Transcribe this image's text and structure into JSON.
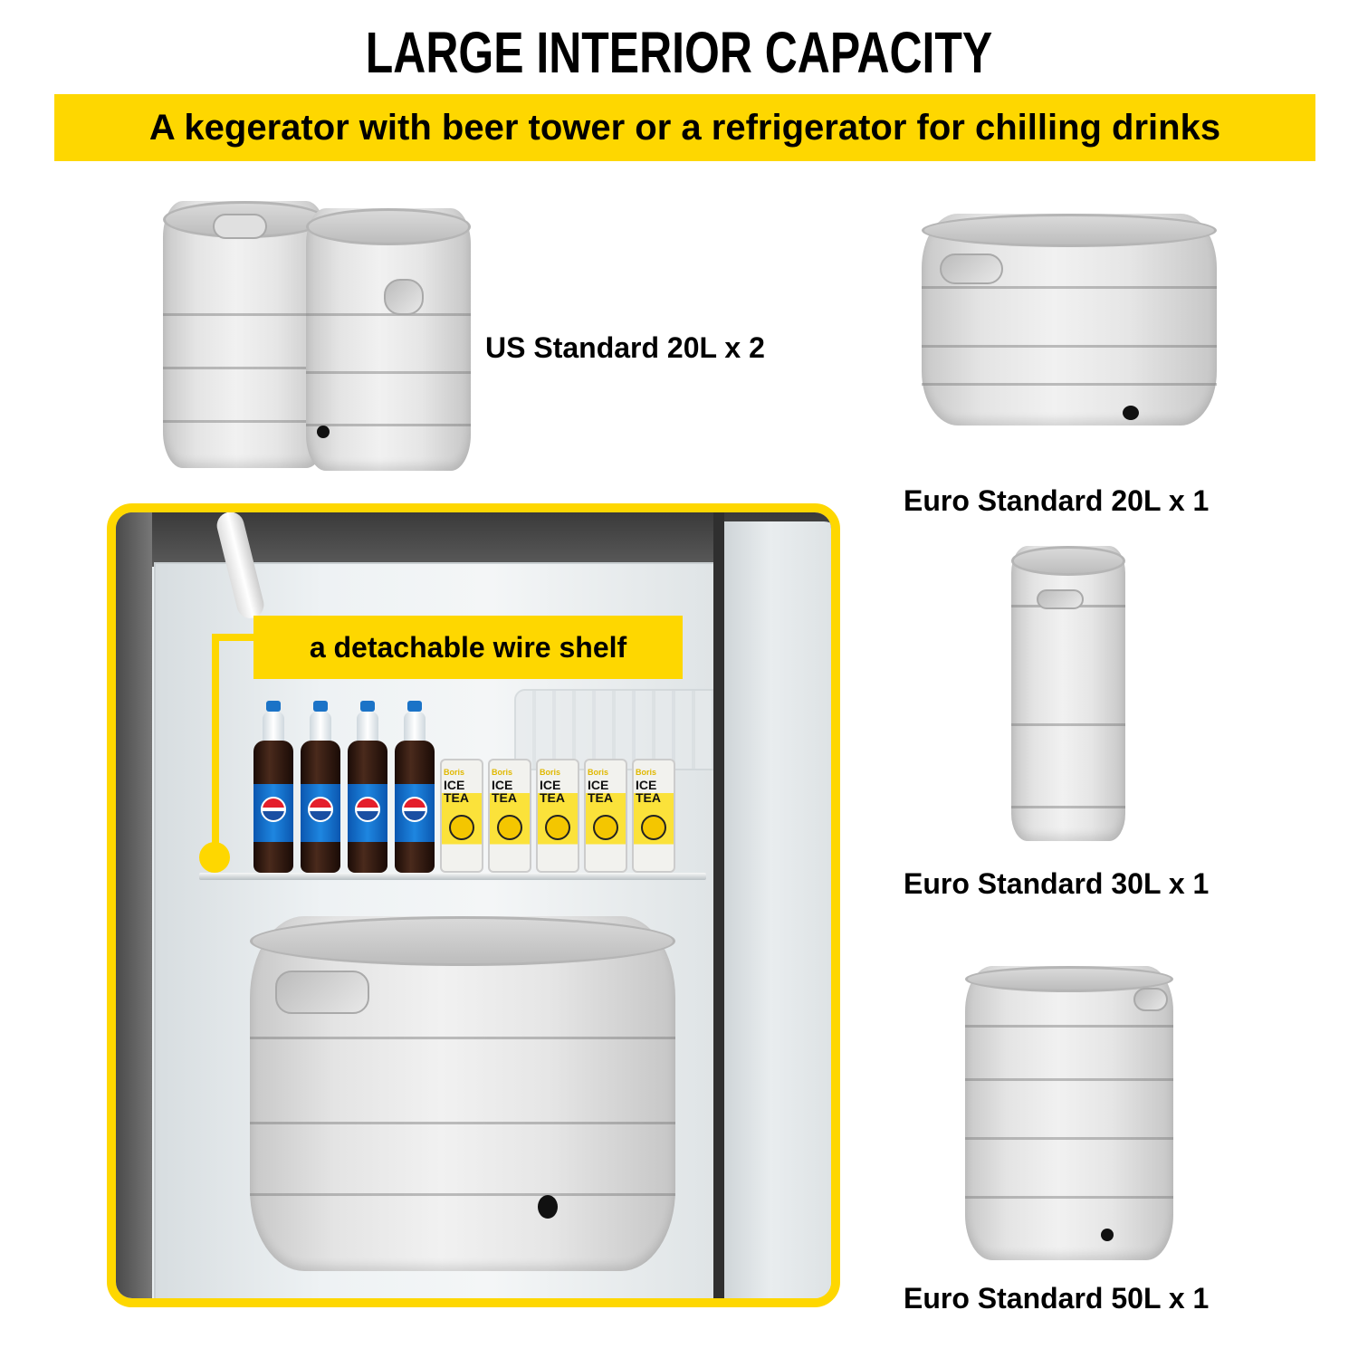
{
  "header": {
    "title": "LARGE INTERIOR CAPACITY",
    "subtitle": "A kegerator with beer tower or a refrigerator for chilling drinks"
  },
  "kegs": [
    {
      "label": "US Standard 20L x 2",
      "icon": "us-keg-pair-image"
    },
    {
      "label": "Euro Standard 20L x 1",
      "icon": "euro-20l-keg-image"
    },
    {
      "label": "Euro Standard 30L x 1",
      "icon": "euro-30l-keg-image"
    },
    {
      "label": "Euro Standard 50L x 1",
      "icon": "euro-50l-keg-image"
    }
  ],
  "fridge": {
    "callout": "a detachable wire shelf",
    "shelf_items": {
      "bottles": [
        "Pepsi",
        "Pepsi",
        "Pepsi",
        "Pepsi"
      ],
      "cans": [
        {
          "brand": "Boris",
          "text": "ICE TEA"
        },
        {
          "brand": "Boris",
          "text": "ICE TEA"
        },
        {
          "brand": "Boris",
          "text": "ICE TEA"
        },
        {
          "brand": "Boris",
          "text": "ICE TEA"
        },
        {
          "brand": "Boris",
          "text": "ICE TEA"
        }
      ]
    }
  },
  "colors": {
    "accent_yellow": "#fed700",
    "text": "#000000",
    "background": "#ffffff"
  }
}
